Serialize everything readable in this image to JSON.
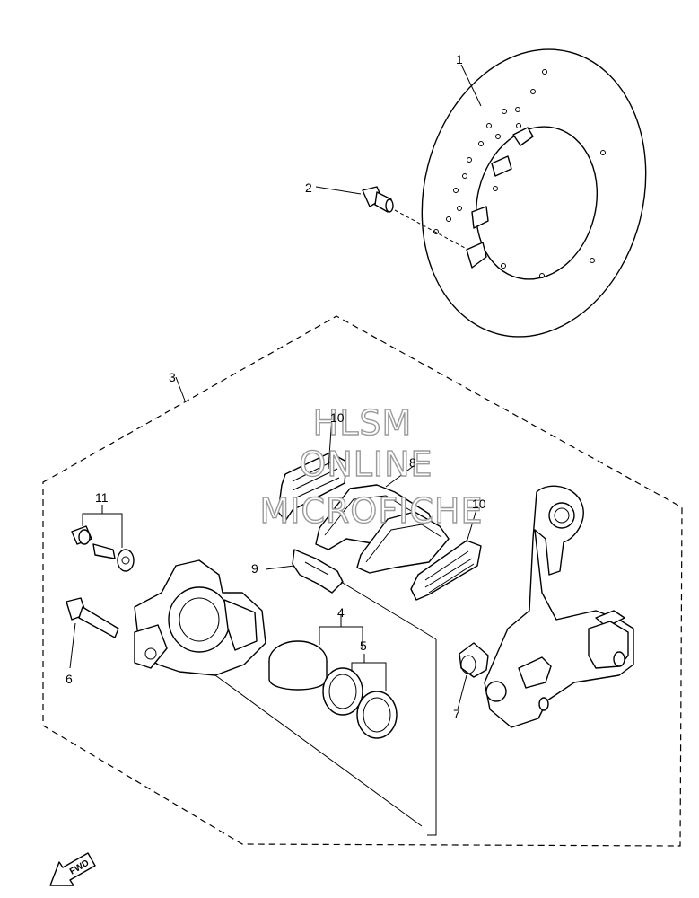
{
  "callouts": {
    "c1": "1",
    "c2": "2",
    "c3": "3",
    "c4": "4",
    "c5": "5",
    "c6": "6",
    "c7": "7",
    "c8": "8",
    "c9": "9",
    "c10a": "10",
    "c10b": "10",
    "c11": "11"
  },
  "watermark": {
    "line1": "HLSM",
    "line2": "ONLINE",
    "line3": "MICROFICHE"
  },
  "fwd_label": "FWD"
}
